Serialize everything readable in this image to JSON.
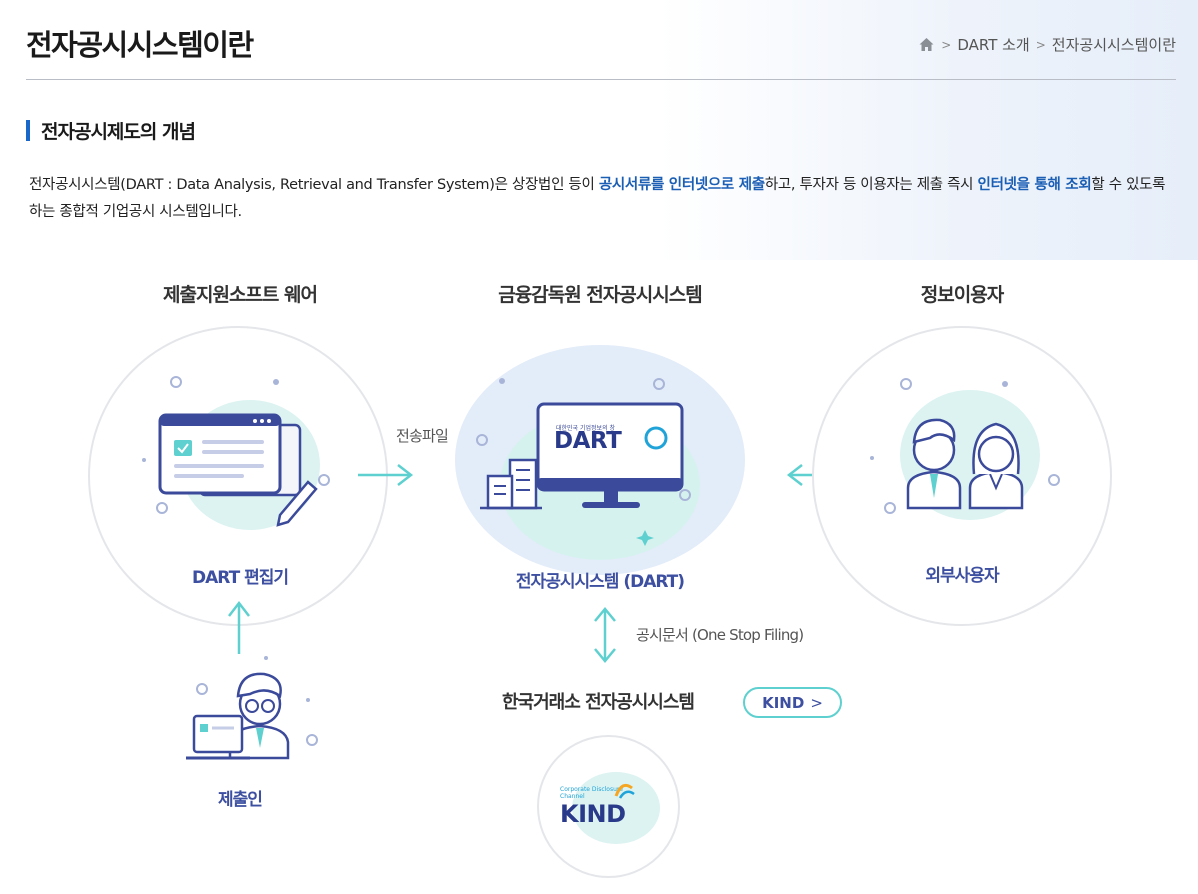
{
  "header": {
    "title": "전자공시시스템이란",
    "breadcrumb": [
      "DART 소개",
      "전자공시시스템이란"
    ]
  },
  "section": {
    "title": "전자공시제도의 개념",
    "desc": {
      "p1": "전자공시시스템(DART : Data Analysis, Retrieval and Transfer System)은 상장법인 등이 ",
      "h1": "공시서류를 인터넷으로 제출",
      "p2": "하고, 투자자 등 이용자는 제출 즉시 ",
      "h2": "인터넷을 통해 조회",
      "p3": "할 수 있도록 하는 종합적 기업공시 시스템입니다."
    }
  },
  "diagram": {
    "col_left_title": "제출지원소프트 웨어",
    "col_center_title": "금융감독원 전자공시시스템",
    "col_right_title": "정보이용자",
    "editor_label": "DART 편집기",
    "transfer_label": "전송파일",
    "dart_label": "전자공시시스템 (DART)",
    "dart_logo_small": "대한민국 기업정보의 창",
    "dart_logo": "DART",
    "external_label": "외부사용자",
    "submitter_label": "제출인",
    "filing_label": "공시문서 (One Stop Filing)",
    "krx_label": "한국거래소 전자공시시스템",
    "kind_button": "KIND",
    "kind_logo_small": "Corporate Disclosure Channel",
    "kind_logo": "KIND"
  },
  "colors": {
    "accent_blue": "#1967c9",
    "label_navy": "#3d4fa0",
    "mint": "#5ed0cf",
    "highlight": "#1b5fb5"
  }
}
